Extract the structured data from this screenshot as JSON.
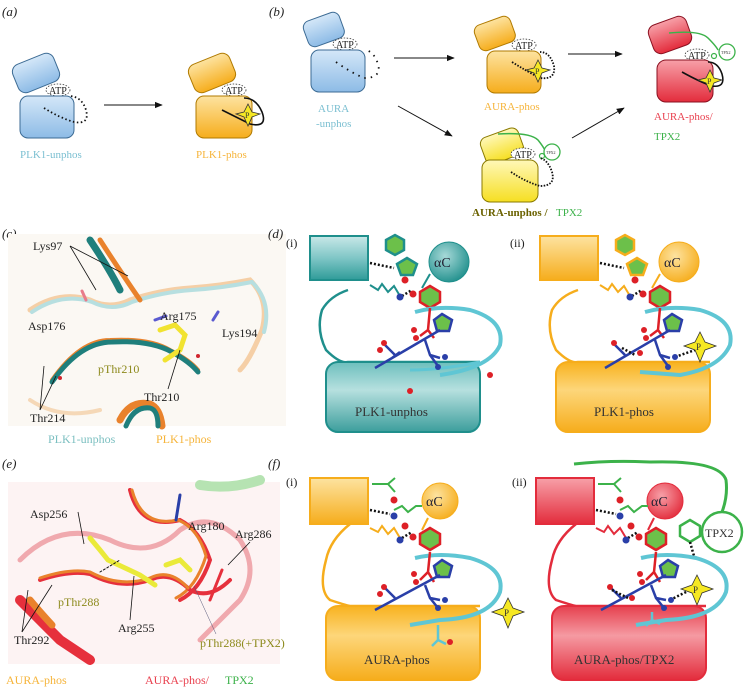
{
  "panels": {
    "a": {
      "label": "(a)",
      "unphos": "PLK1-unphos",
      "phos": "PLK1-phos"
    },
    "b": {
      "label": "(b)",
      "unphos_line1": "AURA",
      "unphos_line2": "-unphos",
      "phos": "AURA-phos",
      "tpx2_part1": "AURA-unphos / ",
      "tpx2_part2": "TPX2",
      "complex_line1": "AURA-phos/",
      "complex_line2": "TPX2"
    },
    "c": {
      "label": "(c)",
      "residues": [
        "Lys97",
        "Asp176",
        "Arg175",
        "Lys194",
        "pThr210",
        "Thr210",
        "Thr214"
      ],
      "legend_unphos": "PLK1-unphos",
      "legend_phos": "PLK1-phos"
    },
    "d": {
      "label": "(d)",
      "sub_i": "(i)",
      "sub_ii": "(ii)",
      "box_i": "PLK1-unphos",
      "box_ii": "PLK1-phos"
    },
    "e": {
      "label": "(e)",
      "residues": [
        "Asp256",
        "Arg180",
        "Arg286",
        "pThr288",
        "Arg255",
        "Thr292",
        "pThr288(+TPX2)"
      ],
      "legend_phos": "AURA-phos",
      "legend_complex_1": "AURA-phos/",
      "legend_complex_2": "TPX2"
    },
    "f": {
      "label": "(f)",
      "sub_i": "(i)",
      "sub_ii": "(ii)",
      "box_i": "AURA-phos",
      "box_ii": "AURA-phos/TPX2",
      "tpx2_circle": "TPX2"
    }
  },
  "common": {
    "atp": "ATP",
    "phospho": "P",
    "alpha_c": "αC",
    "tpx2_small": "TPX2"
  },
  "colors": {
    "blue": "#a9cdec",
    "orange": "#f9b932",
    "yellow": "#f9e43a",
    "red": "#e9414f",
    "teal": "#1f8f8c",
    "green": "#3cb24a",
    "cyan": "#5fc6d4"
  }
}
